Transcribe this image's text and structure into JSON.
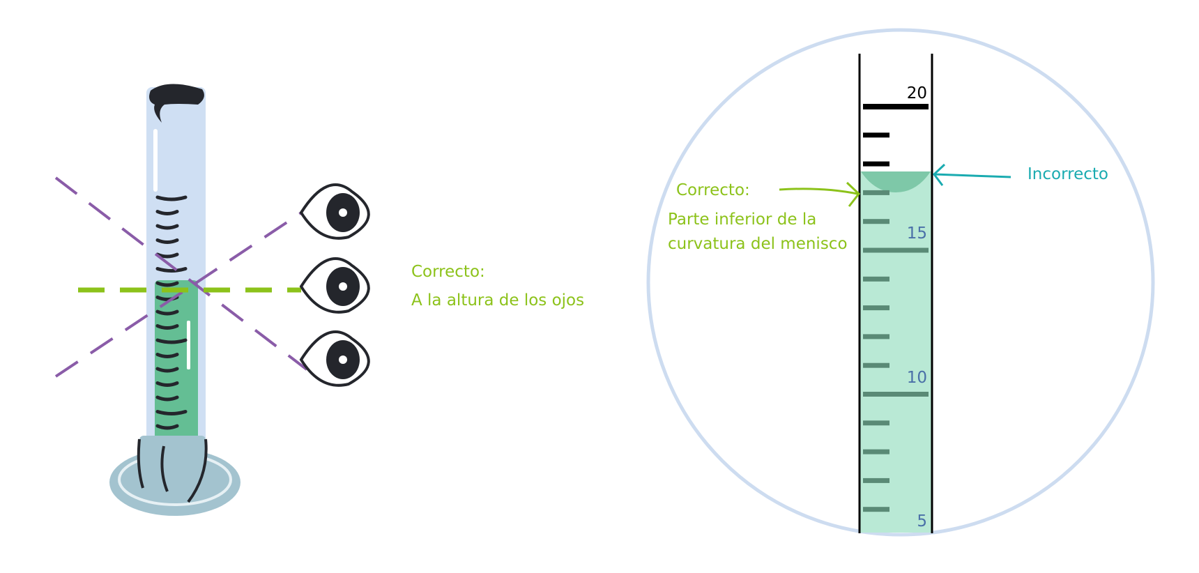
{
  "left_panel": {
    "correct_title": "Correcto:",
    "correct_desc": "A la altura de los ojos"
  },
  "right_panel": {
    "scale_labels": {
      "twenty": "20",
      "fifteen": "15",
      "ten": "10",
      "five": "5"
    },
    "correct_title": "Correcto:",
    "correct_line1": "Parte inferior de la",
    "correct_line2": "curvatura del menisco",
    "incorrect_label": "Incorrecto"
  },
  "colors": {
    "correct": "#8cc21a",
    "incorrect": "#1aabb0",
    "wrong_sightline": "#8a5ca8",
    "liquid": "#b9e9d5",
    "meniscus": "#7ec8a8",
    "scale_number": "#4a70a8",
    "circle": "#cddcf0"
  }
}
